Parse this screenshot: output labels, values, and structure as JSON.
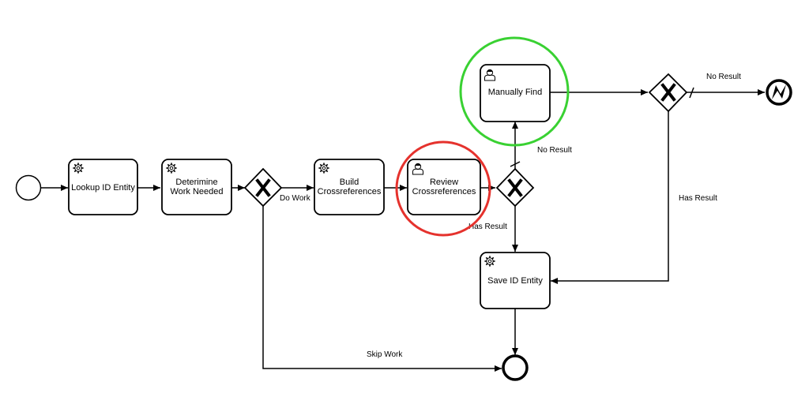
{
  "diagram": {
    "tasks": [
      {
        "id": "lookup",
        "kind": "service",
        "lines": [
          "Lookup ID Entity"
        ]
      },
      {
        "id": "determine",
        "kind": "service",
        "lines": [
          "Deterimine",
          "Work Needed"
        ]
      },
      {
        "id": "build",
        "kind": "service",
        "lines": [
          "Build",
          "Crossreferences"
        ]
      },
      {
        "id": "review",
        "kind": "user",
        "lines": [
          "Review",
          "Crossreferences"
        ]
      },
      {
        "id": "manually-find",
        "kind": "user",
        "lines": [
          "Manually Find"
        ]
      },
      {
        "id": "save",
        "kind": "service",
        "lines": [
          "Save ID Entity"
        ]
      }
    ],
    "flow_labels": {
      "do_work": "Do Work",
      "skip_work": "Skip Work",
      "no_result_1": "No Result",
      "has_result_1": "Has Result",
      "no_result_2": "No Result",
      "has_result_2": "Has Result"
    },
    "highlights": {
      "review_color": "#e5322d",
      "manually_find_color": "#39d132"
    },
    "colors": {
      "stroke": "#000000",
      "fill": "#ffffff"
    }
  }
}
